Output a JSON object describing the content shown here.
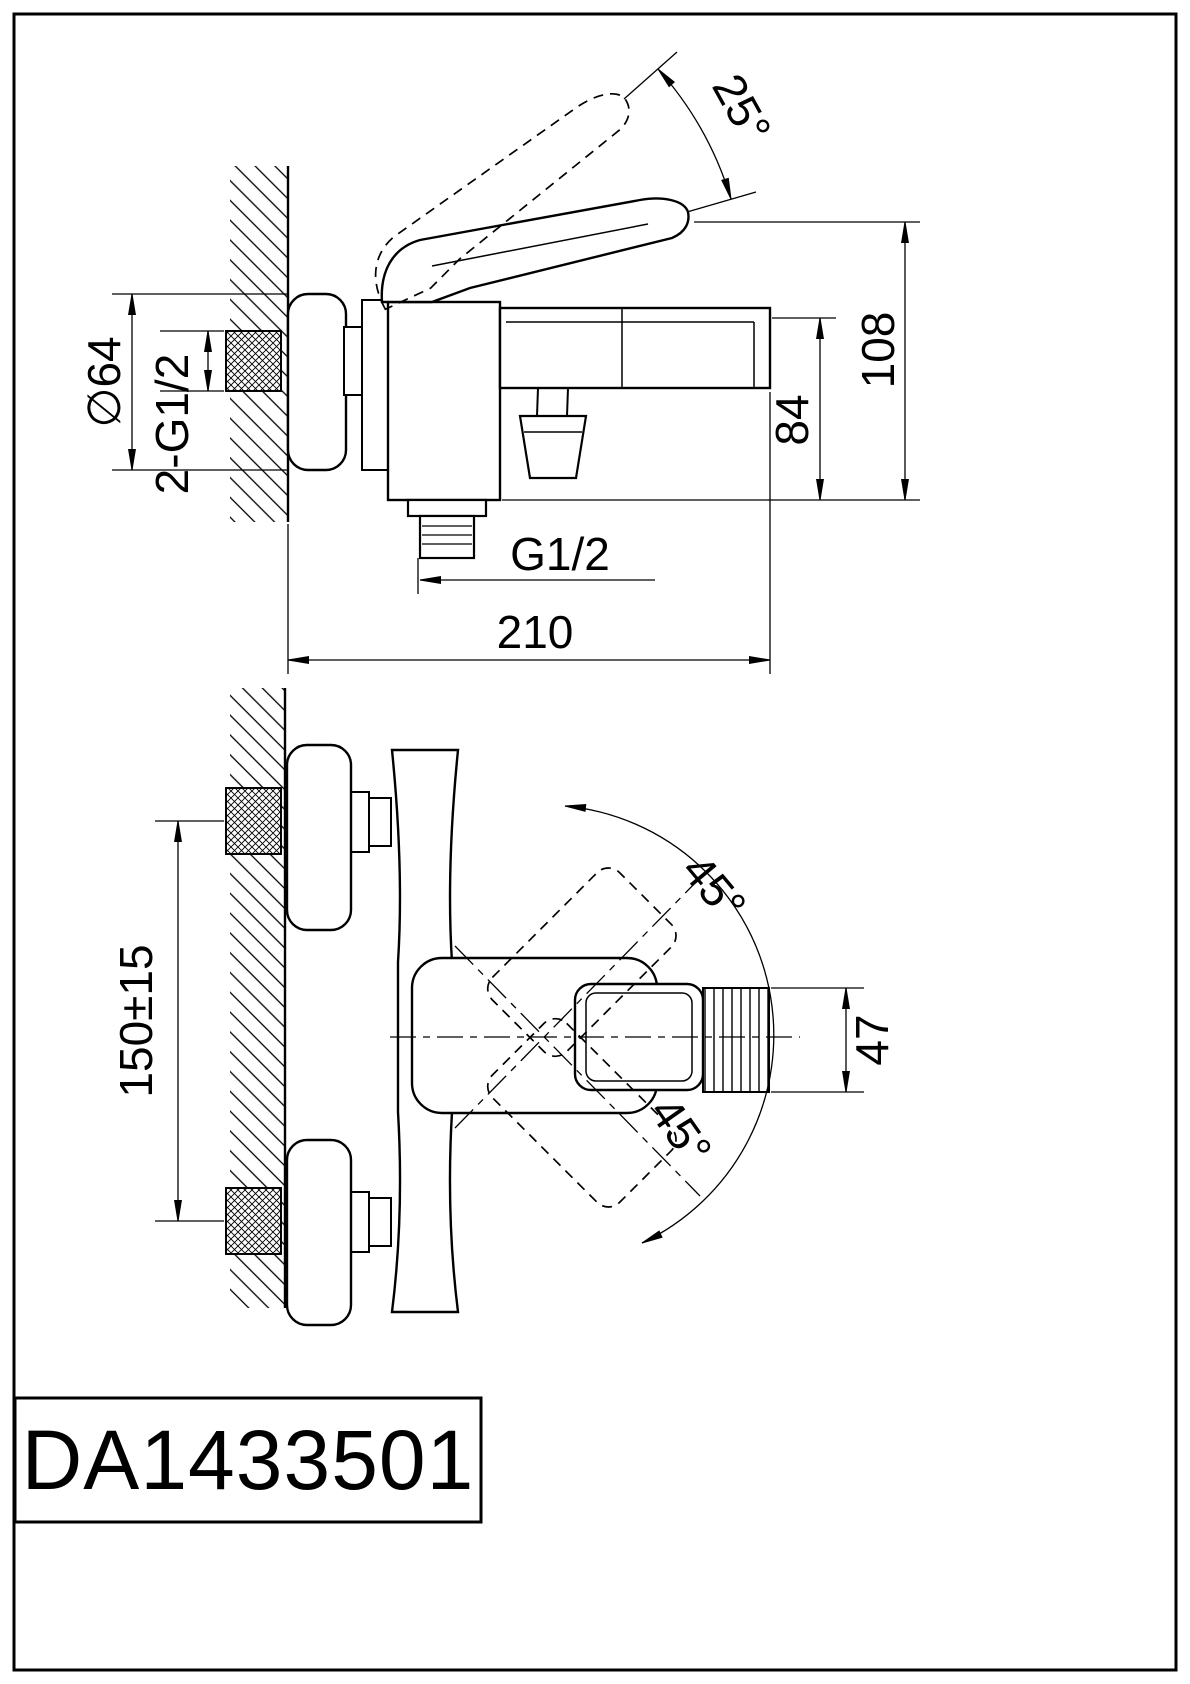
{
  "colors": {
    "ink": "#000000",
    "paper": "#ffffff"
  },
  "title_block": {
    "model_number": "DA1433501"
  },
  "side_view": {
    "dimensions": {
      "handle_open_angle": "25°",
      "escutcheon_diameter": "∅64",
      "wall_inlet_threads": "2-G1/2",
      "overall_height": "108",
      "spout_height": "84",
      "shower_outlet_thread": "G1/2",
      "overall_depth": "210"
    }
  },
  "front_view": {
    "dimensions": {
      "inlet_centers": "150±15",
      "handle_swing_upper": "45°",
      "handle_swing_lower": "45°",
      "handle_width": "47"
    }
  }
}
